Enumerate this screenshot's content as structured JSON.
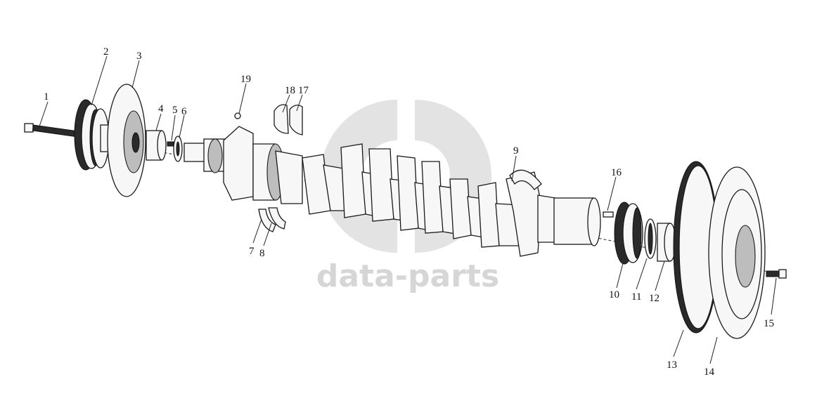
{
  "watermark": {
    "text": "data-parts"
  },
  "callouts": [
    {
      "id": "1",
      "label": "1"
    },
    {
      "id": "2",
      "label": "2"
    },
    {
      "id": "3",
      "label": "3"
    },
    {
      "id": "4",
      "label": "4"
    },
    {
      "id": "5",
      "label": "5"
    },
    {
      "id": "6",
      "label": "6"
    },
    {
      "id": "7",
      "label": "7"
    },
    {
      "id": "8",
      "label": "8"
    },
    {
      "id": "9",
      "label": "9"
    },
    {
      "id": "10",
      "label": "10"
    },
    {
      "id": "11",
      "label": "11"
    },
    {
      "id": "12",
      "label": "12"
    },
    {
      "id": "13",
      "label": "13"
    },
    {
      "id": "14",
      "label": "14"
    },
    {
      "id": "15",
      "label": "15"
    },
    {
      "id": "16",
      "label": "16"
    },
    {
      "id": "17",
      "label": "17"
    },
    {
      "id": "18",
      "label": "18"
    },
    {
      "id": "19",
      "label": "19"
    }
  ]
}
